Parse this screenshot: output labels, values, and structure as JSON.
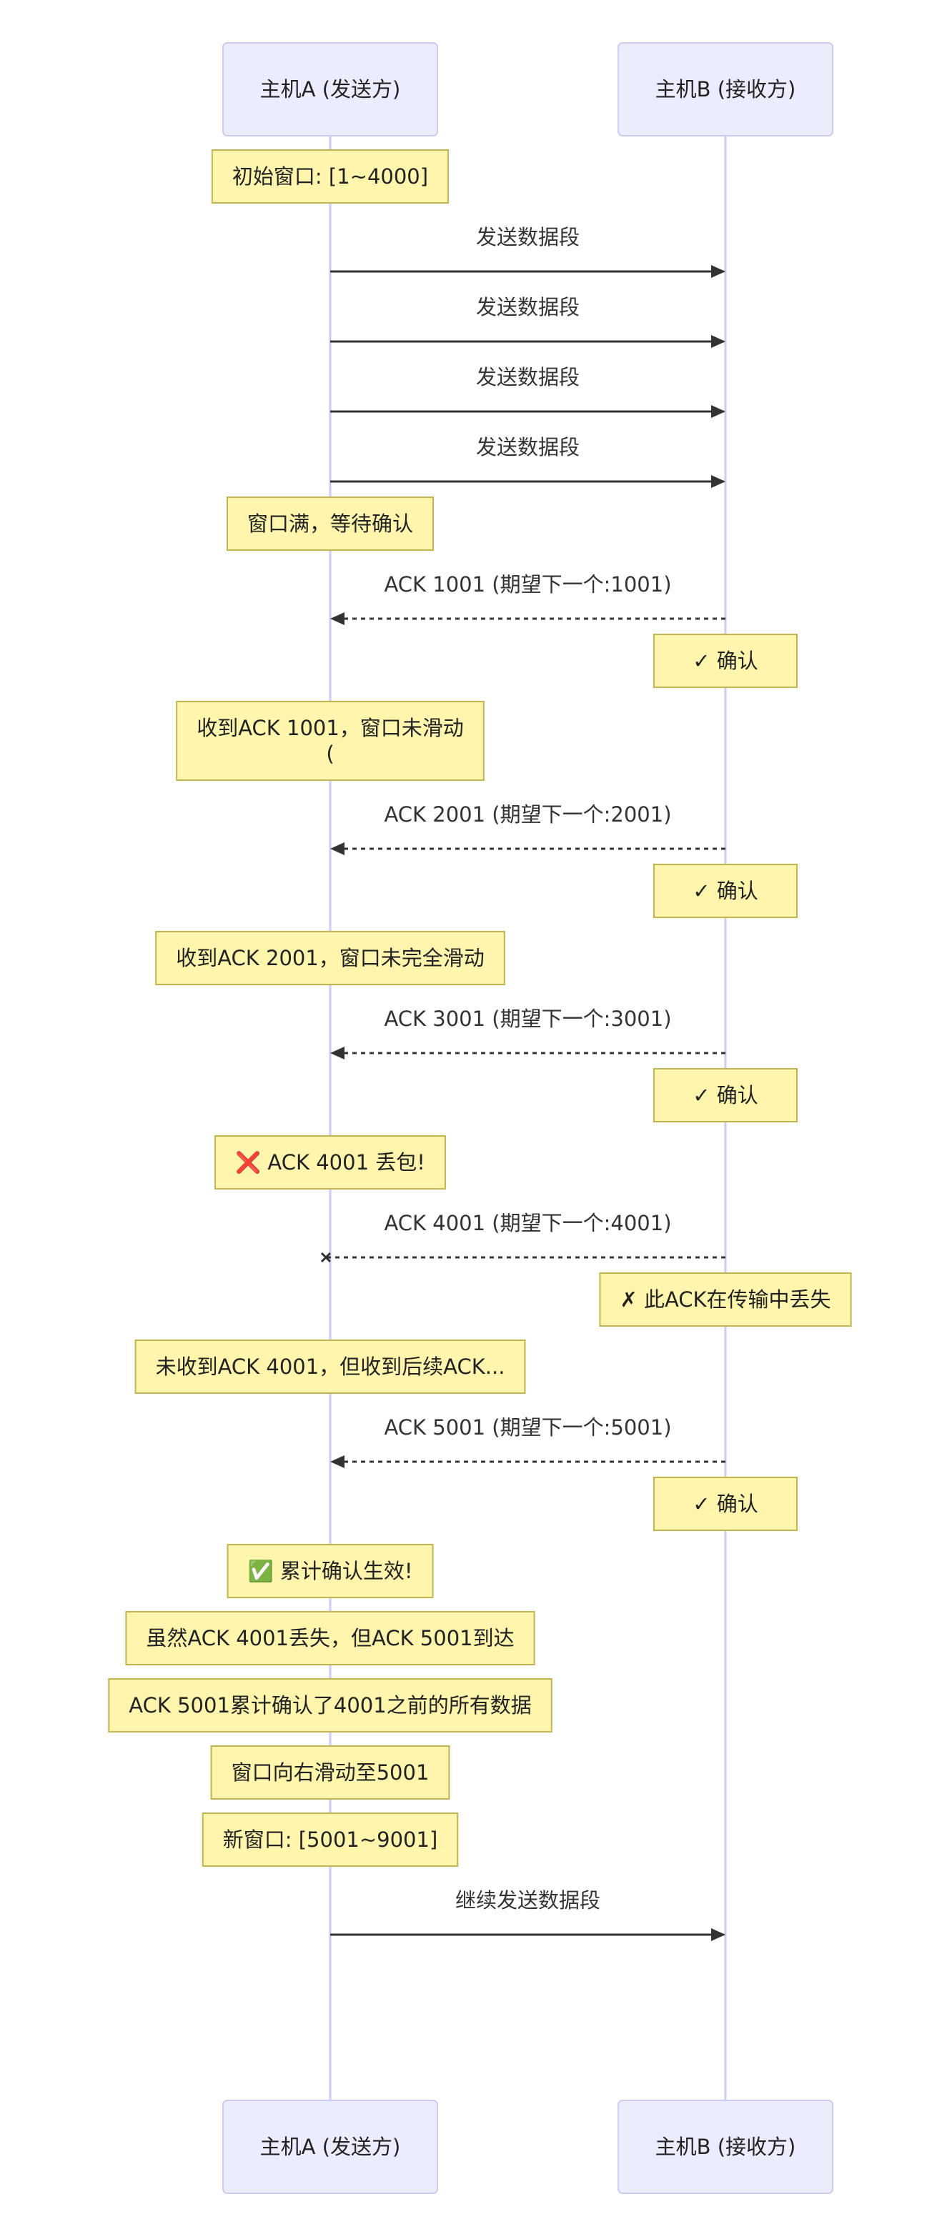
{
  "diagram": {
    "participants": [
      {
        "id": "A",
        "label": "主机A (发送方)"
      },
      {
        "id": "B",
        "label": "主机B (接收方)"
      }
    ],
    "sequence": [
      {
        "kind": "note",
        "over": "A",
        "lines": [
          "初始窗口: [1~4000]"
        ]
      },
      {
        "kind": "message",
        "from": "A",
        "to": "B",
        "label": "发送数据段",
        "style": "solid"
      },
      {
        "kind": "message",
        "from": "A",
        "to": "B",
        "label": "发送数据段",
        "style": "solid"
      },
      {
        "kind": "message",
        "from": "A",
        "to": "B",
        "label": "发送数据段",
        "style": "solid"
      },
      {
        "kind": "message",
        "from": "A",
        "to": "B",
        "label": "发送数据段",
        "style": "solid"
      },
      {
        "kind": "note",
        "over": "A",
        "lines": [
          "窗口满，等待确认"
        ]
      },
      {
        "kind": "message",
        "from": "B",
        "to": "A",
        "label": "ACK 1001 (期望下一个:1001)",
        "style": "dashed"
      },
      {
        "kind": "note",
        "over": "B",
        "lines": [
          "✓ 确认"
        ]
      },
      {
        "kind": "note",
        "over": "A",
        "lines": [
          "收到ACK 1001，窗口未滑动",
          "("
        ]
      },
      {
        "kind": "message",
        "from": "B",
        "to": "A",
        "label": "ACK 2001 (期望下一个:2001)",
        "style": "dashed"
      },
      {
        "kind": "note",
        "over": "B",
        "lines": [
          "✓ 确认"
        ]
      },
      {
        "kind": "note",
        "over": "A",
        "lines": [
          "收到ACK 2001，窗口未完全滑动"
        ]
      },
      {
        "kind": "message",
        "from": "B",
        "to": "A",
        "label": "ACK 3001 (期望下一个:3001)",
        "style": "dashed"
      },
      {
        "kind": "note",
        "over": "B",
        "lines": [
          "✓ 确认"
        ]
      },
      {
        "kind": "note",
        "over": "A",
        "lines": [
          "❌ ACK 4001 丢包!"
        ]
      },
      {
        "kind": "message",
        "from": "B",
        "to": "A",
        "label": "ACK 4001 (期望下一个:4001)",
        "style": "lost"
      },
      {
        "kind": "note",
        "over": "B",
        "lines": [
          "✗ 此ACK在传输中丢失"
        ]
      },
      {
        "kind": "note",
        "over": "A",
        "lines": [
          "未收到ACK 4001，但收到后续ACK..."
        ]
      },
      {
        "kind": "message",
        "from": "B",
        "to": "A",
        "label": "ACK 5001 (期望下一个:5001)",
        "style": "dashed"
      },
      {
        "kind": "note",
        "over": "B",
        "lines": [
          "✓ 确认"
        ]
      },
      {
        "kind": "note",
        "over": "A",
        "lines": [
          "✅ 累计确认生效!"
        ]
      },
      {
        "kind": "note",
        "over": "A",
        "lines": [
          "虽然ACK 4001丢失，但ACK 5001到达"
        ]
      },
      {
        "kind": "note",
        "over": "A",
        "lines": [
          "ACK 5001累计确认了4001之前的所有数据"
        ]
      },
      {
        "kind": "note",
        "over": "A",
        "lines": [
          "窗口向右滑动至5001"
        ]
      },
      {
        "kind": "note",
        "over": "A",
        "lines": [
          "新窗口: [5001~9001]"
        ]
      },
      {
        "kind": "message",
        "from": "A",
        "to": "B",
        "label": "继续发送数据段",
        "style": "solid"
      }
    ]
  },
  "colors": {
    "actor_fill": "#ececff",
    "actor_border": "#cbcbf4",
    "note_fill": "#fff5ad",
    "note_border": "#c2b550",
    "line": "#333333"
  }
}
